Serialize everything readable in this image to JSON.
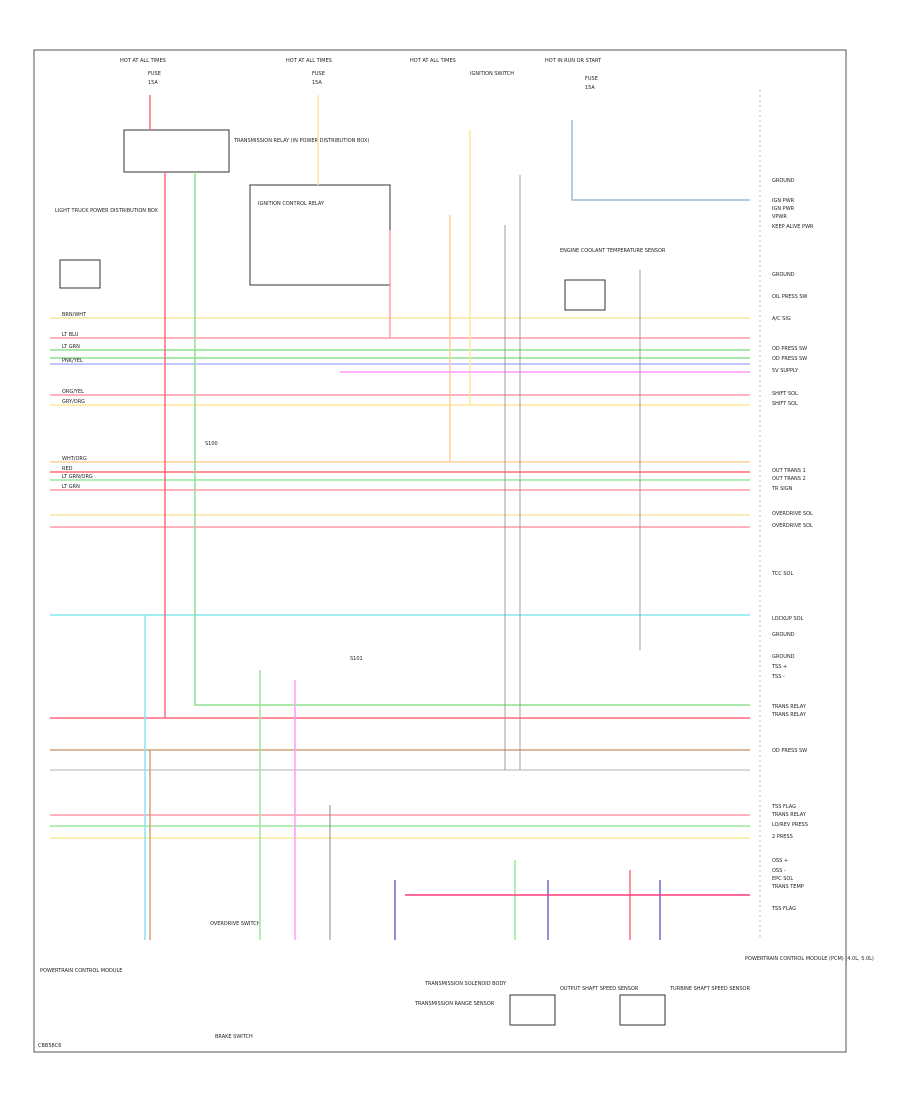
{
  "diagram": {
    "footer_code": "CBB58C6",
    "fuses": [
      {
        "label": "HOT AT ALL TIMES",
        "fuse": "FUSE",
        "amps": "15A"
      },
      {
        "label": "HOT AT ALL TIMES",
        "fuse": "FUSE",
        "amps": "15A"
      },
      {
        "label": "HOT AT ALL TIMES",
        "fuse": "IGNITION SWITCH"
      },
      {
        "label": "HOT IN RUN OR START",
        "fuse": "FUSE",
        "amps": "15A"
      }
    ],
    "components": {
      "relay_top": "TRANSMISSION RELAY (IN POWER DISTRIBUTION BOX)",
      "relay_mid": "IGNITION CONTROL RELAY",
      "fuse_panel_left": "LIGHT TRUCK POWER DISTRIBUTION BOX",
      "sensor_right": "ENGINE COOLANT TEMPERATURE SENSOR",
      "splice_mid": "S100",
      "splice_lower": "S101",
      "pcm": "POWERTRAIN CONTROL MODULE",
      "trans_solenoid": "TRANSMISSION SOLENOID BODY",
      "range_sensor": "TRANSMISSION RANGE SENSOR",
      "output_speed": "OUTPUT SHAFT SPEED SENSOR",
      "turbine_speed": "TURBINE SHAFT SPEED SENSOR",
      "brake_switch": "BRAKE SWITCH",
      "overdrive_switch": "OVERDRIVE SWITCH",
      "pcm_label": "POWERTRAIN CONTROL MODULE (PCM) (4.0L, 5.0L)"
    },
    "right_labels": [
      "GROUND",
      "IGN PWR",
      "IGN PWR",
      "VPWR",
      "KEEP ALIVE PWR",
      "GROUND",
      "OIL PRESS SW",
      "A/C SIG",
      "OD PRESS SW",
      "OD PRESS SW",
      "5V SUPPLY",
      "SHIFT SOL",
      "SHIFT SOL",
      "OUT TRANS 1",
      "OUT TRANS 2",
      "TR SIGN",
      "OVERDRIVE SOL",
      "OVERDRIVE SOL",
      "TCC SOL",
      "LOCKUP SOL",
      "GROUND",
      "GROUND",
      "TSS +",
      "TSS -",
      "TRANS RELAY",
      "TRANS RELAY",
      "OD PRESS SW",
      "TSS FLAG",
      "TRANS RELAY",
      "LO/REV PRESS",
      "2 PRESS",
      "OSS +",
      "OSS -",
      "EPC SOL",
      "TRANS TEMP",
      "TSS FLAG"
    ],
    "left_labels": [
      "BRN/WHT",
      "LT BLU",
      "LT GRN",
      "PNK/YEL",
      "ORG/YEL",
      "GRY/ORG",
      "WHT/ORG",
      "RED",
      "LT GRN/ORG",
      "LT GRN"
    ]
  }
}
